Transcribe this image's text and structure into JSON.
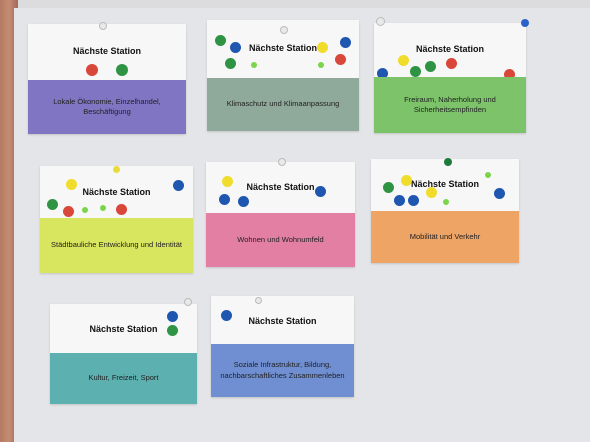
{
  "cards": [
    {
      "title": "Nächste Station",
      "label": "Lokale Ökonomie, Einzelhandel, Beschäftigung",
      "strip_color": "#7f75c3"
    },
    {
      "title": "Nächste Station",
      "label": "Klimaschutz und Klimaanpassung",
      "strip_color": "#8fa99a"
    },
    {
      "title": "Nächste Station",
      "label": "Freiraum, Naherholung und Sicherheitsempfinden",
      "strip_color": "#7cc36a"
    },
    {
      "title": "Nächste Station",
      "label": "Städtbauliche Entwicklung und Identität",
      "strip_color": "#d8e55e"
    },
    {
      "title": "Nächste Station",
      "label": "Wohnen und Wohnumfeld",
      "strip_color": "#e27fa3"
    },
    {
      "title": "Nächste Station",
      "label": "Mobilität und Verkehr",
      "strip_color": "#eda465"
    },
    {
      "title": "Nächste Station",
      "label": "Kultur, Freizeit, Sport",
      "strip_color": "#5db0b0"
    },
    {
      "title": "Nächste Station",
      "label": "Soziale Infrastruktur, Bildung, nachbarschaftliches Zusammenleben",
      "strip_color": "#6f8fd2"
    }
  ],
  "colors": {
    "red": "#d9463a",
    "green": "#2e9443",
    "blue": "#1e56b0",
    "yellow": "#f0dc2a",
    "lime": "#7bd44a"
  }
}
